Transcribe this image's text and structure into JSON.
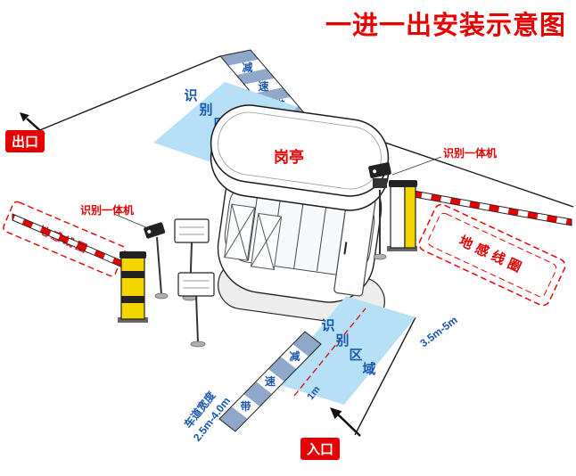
{
  "title": "一进一出安装示意图",
  "labels": {
    "exit": "出口",
    "entrance": "入口",
    "booth": "岗亭",
    "recognition_machine": "识别一体机",
    "recognition_area": "识别区域",
    "speed_bump": "减速带",
    "ground_coil": "地感线圈",
    "lane_width_title": "车道宽度",
    "lane_width_range": "2.5m-4.0m",
    "coil_length_range": "3.5m-5m",
    "stop_line_distance": "1m"
  },
  "colors": {
    "accent_red": "#e60000",
    "text_blue": "#1a56b0",
    "recognition_area_fill": "#b5e0f6",
    "speed_bump_stripe": "#8fa7c8",
    "barrier_machine_yellow": "#f5d500"
  }
}
